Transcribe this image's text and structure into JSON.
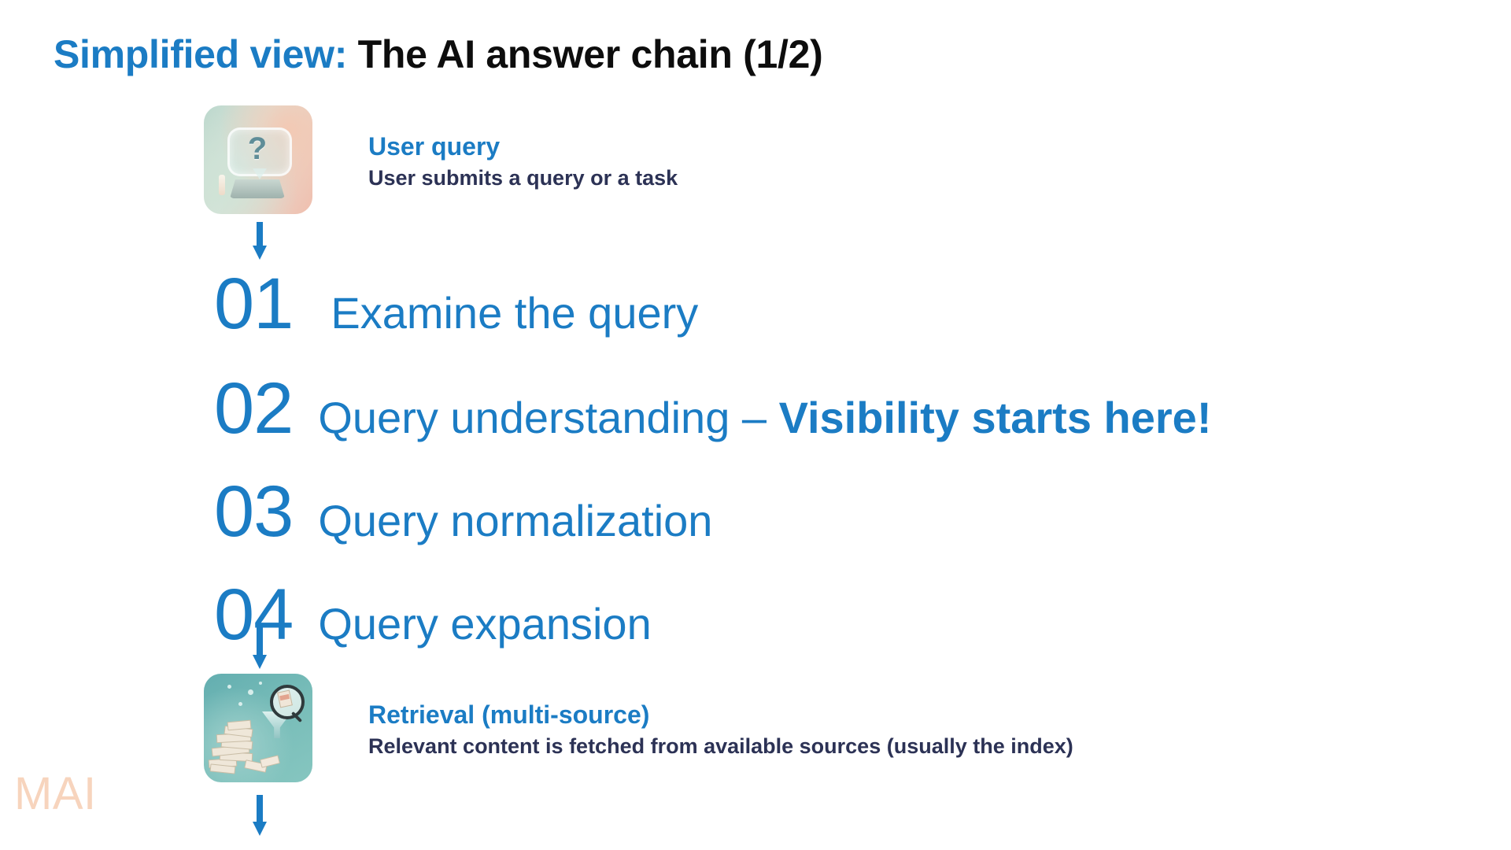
{
  "slide": {
    "title_accent": "Simplified view:",
    "title_main": "The AI answer chain (1/2)",
    "accent_color": "#1b7cc4",
    "text_color": "#2c3255",
    "watermark": "MAI"
  },
  "top_block": {
    "icon_name": "user-query-icon",
    "title": "User query",
    "subtitle": "User submits a query or a task"
  },
  "steps": [
    {
      "number": "01",
      "label": "Examine the query",
      "emphasis": ""
    },
    {
      "number": "02",
      "label": "Query understanding – ",
      "emphasis": "Visibility starts here!"
    },
    {
      "number": "03",
      "label": "Query normalization",
      "emphasis": ""
    },
    {
      "number": "04",
      "label": "Query expansion",
      "emphasis": ""
    }
  ],
  "bottom_block": {
    "icon_name": "retrieval-icon",
    "title": "Retrieval (multi-source)",
    "subtitle": "Relevant content is fetched from available sources (usually the index)"
  }
}
